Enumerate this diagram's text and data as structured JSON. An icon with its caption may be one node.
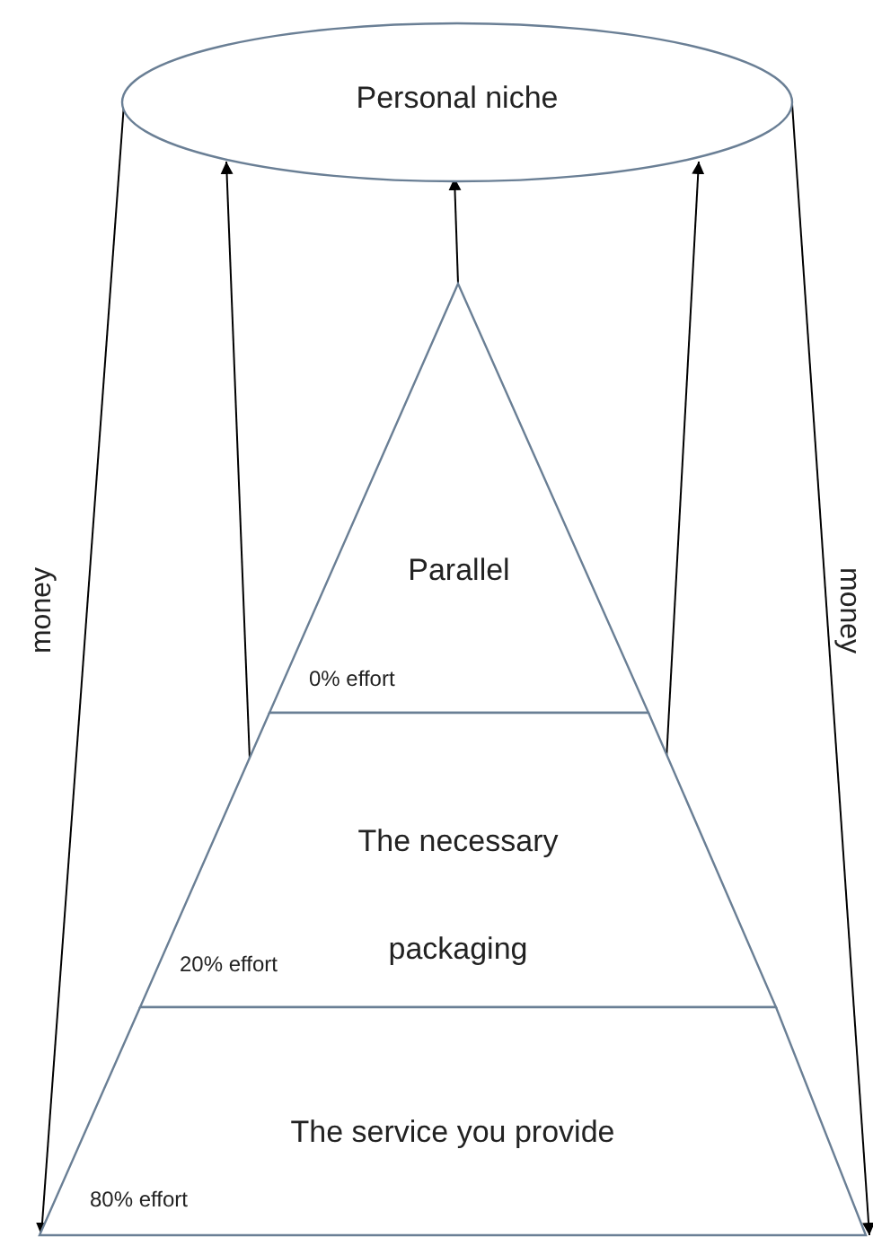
{
  "diagram": {
    "nodes": [
      {
        "text": [
          "Personal niche"
        ]
      },
      {
        "text": [
          "Parallel",
          "0% effort"
        ]
      },
      {
        "text": [
          "The necessary packaging",
          "20% effort"
        ]
      },
      {
        "text": [
          "The service you provide",
          "80% effort"
        ]
      }
    ],
    "edges": [
      {
        "from": 1,
        "to": 0,
        "arrow": "to"
      },
      {
        "from": 2,
        "to": 0,
        "arrow": "to"
      },
      {
        "from": 2,
        "to": 0,
        "arrow": "to"
      },
      {
        "from": 0,
        "to": 3,
        "arrow": "to",
        "label": "money"
      },
      {
        "from": 0,
        "to": 3,
        "arrow": "to",
        "label": "money"
      }
    ]
  }
}
